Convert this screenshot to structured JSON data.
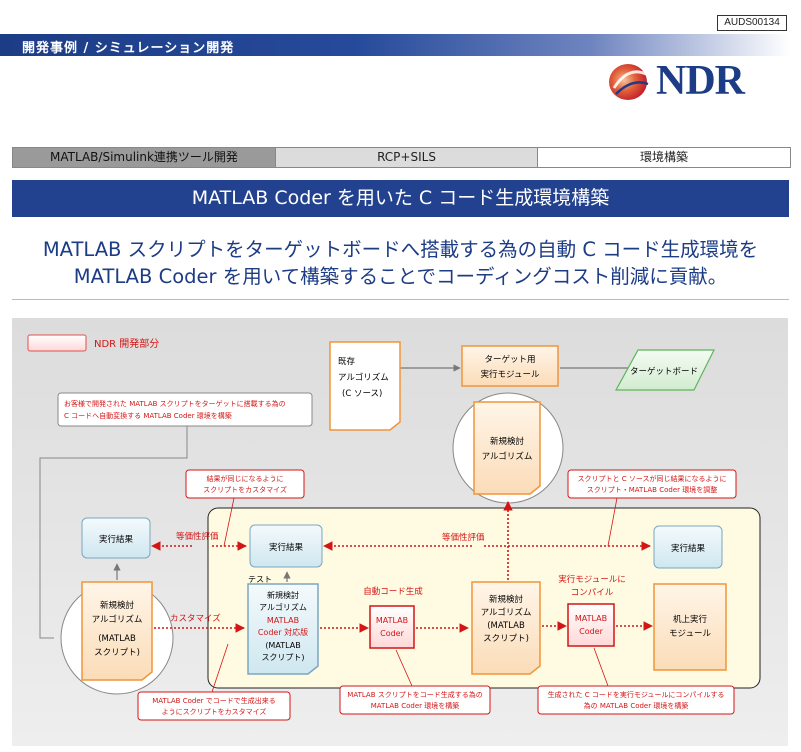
{
  "doc_id": "AUDS00134",
  "header": {
    "section": "開発事例 / シミュレーション開発",
    "logo_text": "NDR"
  },
  "categories": [
    "MATLAB/Simulink連携ツール開発",
    "RCP+SILS",
    "環境構築"
  ],
  "title": "MATLAB Coder を用いた C コード生成環境構築",
  "headline": [
    "MATLAB スクリプトをターゲットボードへ搭載する為の自動 C コード生成環境を",
    "MATLAB Coder を用いて構築することでコーディングコスト削減に貢献。"
  ],
  "diagram": {
    "legend": "NDR 開発部分",
    "existing_algo": [
      "既存",
      "アルゴリズム",
      "(C ソース)"
    ],
    "target_module": [
      "ターゲット用",
      "実行モジュール"
    ],
    "target_board": "ターゲットボード",
    "new_algo_top": [
      "新規検討",
      "アルゴリズム"
    ],
    "note_top": [
      "お客様で開発された MATLAB スクリプトをターゲットに搭載する為の",
      "C コードへ自動変換する MATLAB Coder 環境を構築"
    ],
    "note_same_result": [
      "結果が同じになるように",
      "スクリプトをカスタマイズ"
    ],
    "note_script_c": [
      "スクリプトと C ソースが同じ結果になるように",
      "スクリプト・MATLAB Coder 環境を調整"
    ],
    "result_left": "実行結果",
    "result_mid": "実行結果",
    "result_right": "実行結果",
    "equiv_left": "等価性評価",
    "equiv_mid": "等価性評価",
    "test_label": "テスト",
    "algo_left": [
      "新規検討",
      "アルゴリズム",
      "(MATLAB",
      "スクリプト)"
    ],
    "customize": "カスタマイズ",
    "algo_coder": [
      "新規検討",
      "アルゴリズム"
    ],
    "algo_coder_red": [
      "MATLAB",
      "Coder 対応版"
    ],
    "algo_coder_paren": [
      "(MATLAB",
      "スクリプト)"
    ],
    "auto_gen_label": "自動コード生成",
    "coder1": [
      "MATLAB",
      "Coder"
    ],
    "algo_mid": [
      "新規検討",
      "アルゴリズム",
      "(MATLAB",
      "スクリプト)"
    ],
    "exec_module_label": [
      "実行モジュールに",
      "コンパイル"
    ],
    "coder2": [
      "MATLAB",
      "Coder"
    ],
    "desk_module": [
      "机上実行",
      "モジュール"
    ],
    "note_bottom_left": [
      "MATLAB Coder でコードで生成出来る",
      "ようにスクリプトをカスタマイズ"
    ],
    "note_bottom_mid": [
      "MATLAB スクリプトをコード生成する為の",
      "MATLAB Coder 環境を構築"
    ],
    "note_bottom_right": [
      "生成された C コードを実行モジュールにコンパイルする",
      "為の MATLAB Coder 環境を構築"
    ]
  }
}
